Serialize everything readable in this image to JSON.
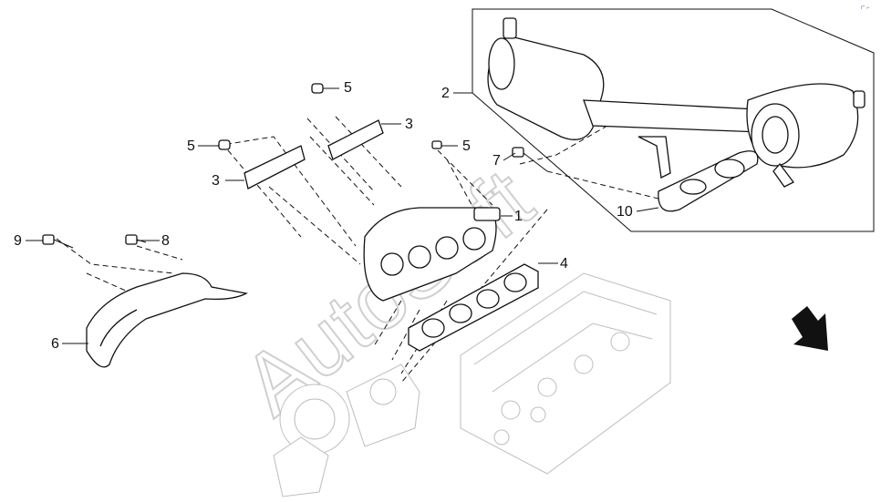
{
  "callouts": [
    {
      "id": "1",
      "label": "1"
    },
    {
      "id": "2",
      "label": "2"
    },
    {
      "id": "3a",
      "label": "3"
    },
    {
      "id": "3b",
      "label": "3"
    },
    {
      "id": "4",
      "label": "4"
    },
    {
      "id": "5a",
      "label": "5"
    },
    {
      "id": "5b",
      "label": "5"
    },
    {
      "id": "5c",
      "label": "5"
    },
    {
      "id": "6",
      "label": "6"
    },
    {
      "id": "7",
      "label": "7"
    },
    {
      "id": "8",
      "label": "8"
    },
    {
      "id": "9",
      "label": "9"
    },
    {
      "id": "10",
      "label": "10"
    }
  ],
  "watermark": "AutoSoft",
  "corner_mark": "r° ⌐"
}
